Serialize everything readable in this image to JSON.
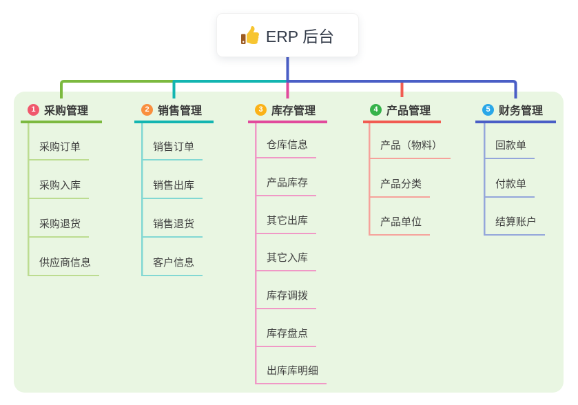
{
  "root": {
    "label": "ERP 后台",
    "icon": "thumbs-up-icon"
  },
  "colors": {
    "canvas_bg": "#ffffff",
    "container_bg": "#e9f6e2",
    "root_line": "#4a5ec6",
    "root_text": "#333b49",
    "node_text": "#3f3f3f"
  },
  "branches": [
    {
      "badge": "1",
      "label": "采购管理",
      "badge_color": "#f0586c",
      "line_color": "#7cb93f",
      "child_line_color": "#bcdc90",
      "children": [
        "采购订单",
        "采购入库",
        "采购退货",
        "供应商信息"
      ]
    },
    {
      "badge": "2",
      "label": "销售管理",
      "badge_color": "#f98f3f",
      "line_color": "#13b5b1",
      "child_line_color": "#82d8d3",
      "children": [
        "销售订单",
        "销售出库",
        "销售退货",
        "客户信息"
      ]
    },
    {
      "badge": "3",
      "label": "库存管理",
      "badge_color": "#fbb217",
      "line_color": "#e14a9c",
      "child_line_color": "#f098c6",
      "children": [
        "仓库信息",
        "产品库存",
        "其它出库",
        "其它入库",
        "库存调拨",
        "库存盘点",
        "出库库明细"
      ]
    },
    {
      "badge": "4",
      "label": "产品管理",
      "badge_color": "#35b24a",
      "line_color": "#f15b51",
      "child_line_color": "#f6a29b",
      "children": [
        "产品（物料）",
        "产品分类",
        "产品单位"
      ]
    },
    {
      "badge": "5",
      "label": "财务管理",
      "badge_color": "#2aa7e8",
      "line_color": "#4a5ec6",
      "child_line_color": "#94a6db",
      "children": [
        "回款单",
        "付款单",
        "结算账户"
      ]
    }
  ]
}
